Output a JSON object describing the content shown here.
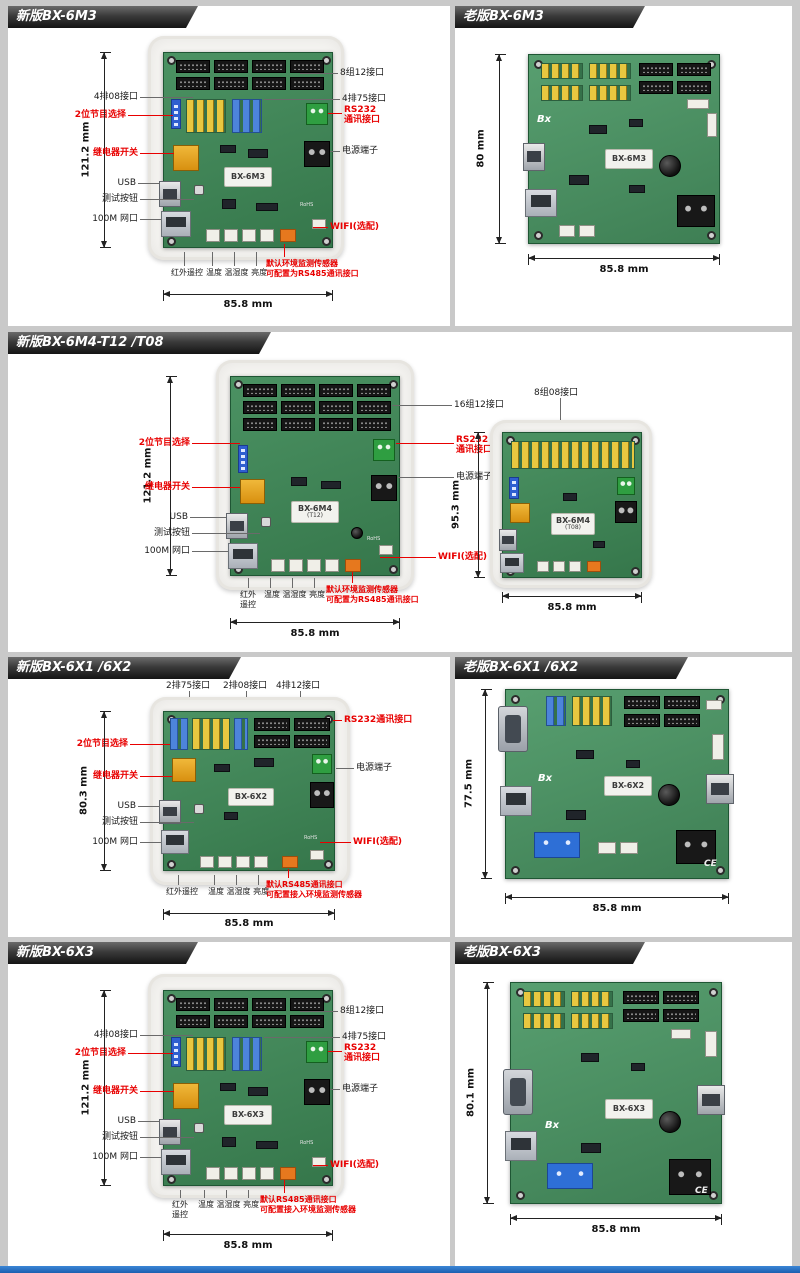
{
  "brand": {
    "logo": "Bx",
    "ce": "CE",
    "rohs": "RoHS"
  },
  "s1": {
    "title": "新版BX-6M3",
    "board": "BX-6M3",
    "dim_h": "121.2 mm",
    "dim_w": "85.8 mm",
    "left": {
      "port08": "4排08接口",
      "program": "2位节目选择",
      "relay": "继电器开关",
      "usb": "USB",
      "test": "测试按钮",
      "eth": "100M 网口"
    },
    "right": {
      "port12": "8组12接口",
      "port75": "4排75接口",
      "rs232a": "RS232",
      "rs232b": "通讯接口",
      "power": "电源端子",
      "wifi": "WIFI(选配)"
    },
    "bottom": {
      "ir": "红外遥控",
      "sensors": "温度 温湿度 亮度",
      "red1": "默认环境监测传感器",
      "red2": "可配置为RS485通讯接口"
    }
  },
  "s2": {
    "title": "老版BX-6M3",
    "board": "BX-6M3",
    "dim_h": "80 mm",
    "dim_w": "85.8 mm"
  },
  "s3": {
    "title": "新版BX-6M4-T12 /T08",
    "t12": {
      "board": "BX-6M4",
      "sub": "(T12)",
      "dim_h": "121.2 mm",
      "dim_w": "85.8 mm",
      "left": {
        "program": "2位节目选择",
        "relay": "继电器开关",
        "usb": "USB",
        "test": "测试按钮",
        "eth": "100M 网口"
      },
      "right": {
        "port12": "16组12接口",
        "rs232a": "RS232",
        "rs232b": "通讯接口",
        "power": "电源端子",
        "wifi": "WIFI(选配)"
      },
      "bottom": {
        "ir1": "红外",
        "ir2": "遥控",
        "sensors": "温度 温湿度 亮度",
        "red1": "默认环境监测传感器",
        "red2": "可配置为RS485通讯接口"
      }
    },
    "t08": {
      "board": "BX-6M4",
      "sub": "(T08)",
      "top": "8组08接口",
      "dim_h": "95.3 mm",
      "dim_w": "85.8 mm"
    }
  },
  "s4": {
    "title": "新版BX-6X1 /6X2",
    "board": "BX-6X2",
    "dim_h": "80.3 mm",
    "dim_w": "85.8 mm",
    "top": {
      "t75": "2排75接口",
      "t08": "2排08接口",
      "t12": "4排12接口"
    },
    "left": {
      "program": "2位节目选择",
      "relay": "继电器开关",
      "usb": "USB",
      "test": "测试按钮",
      "eth": "100M 网口"
    },
    "right": {
      "rs232": "RS232通讯接口",
      "power": "电源端子",
      "wifi": "WIFI(选配)"
    },
    "bottom": {
      "ir": "红外遥控",
      "sensors": "温度 温湿度 亮度",
      "red1": "默认RS485通讯接口",
      "red2": "可配置接入环境监测传感器"
    }
  },
  "s5": {
    "title": "老版BX-6X1 /6X2",
    "board": "BX-6X2",
    "dim_h": "77.5 mm",
    "dim_w": "85.8 mm"
  },
  "s6": {
    "title": "新版BX-6X3",
    "board": "BX-6X3",
    "dim_h": "121.2 mm",
    "dim_w": "85.8 mm",
    "left": {
      "port08": "4排08接口",
      "program": "2位节目选择",
      "relay": "继电器开关",
      "usb": "USB",
      "test": "测试按钮",
      "eth": "100M 网口"
    },
    "right": {
      "port12": "8组12接口",
      "port75": "4排75接口",
      "rs232a": "RS232",
      "rs232b": "通讯接口",
      "power": "电源端子",
      "wifi": "WIFI(选配)"
    },
    "bottom": {
      "ir1": "红外",
      "ir2": "遥控",
      "sensors": "温度 温湿度 亮度",
      "red1": "默认RS485通讯接口",
      "red2": "可配置接入环境监测传感器"
    }
  },
  "s7": {
    "title": "老版BX-6X3",
    "board": "BX-6X3",
    "dim_h": "80.1 mm",
    "dim_w": "85.8 mm"
  }
}
